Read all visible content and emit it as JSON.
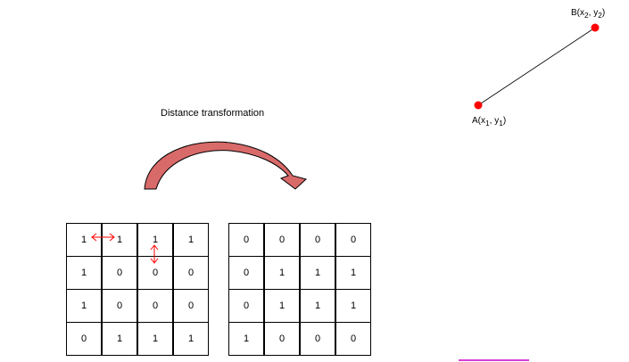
{
  "title": "Distance transformation",
  "points": {
    "a": {
      "name": "A",
      "coords_html": "A(x<sub>1</sub>, y<sub>1</sub>)"
    },
    "b": {
      "name": "B",
      "coords_html": "B(x<sub>2</sub>, y<sub>2</sub>)"
    }
  },
  "colors": {
    "point": "#ff0000",
    "arrow_fill": "#d96a6a",
    "cell_arrows": "#ff0000",
    "underline": "#cc00cc"
  },
  "input_grid": [
    [
      "1",
      "1",
      "1",
      "1"
    ],
    [
      "1",
      "0",
      "0",
      "0"
    ],
    [
      "1",
      "0",
      "0",
      "0"
    ],
    [
      "0",
      "1",
      "1",
      "1"
    ]
  ],
  "output_grid": [
    [
      "0",
      "0",
      "0",
      "0"
    ],
    [
      "0",
      "1",
      "1",
      "1"
    ],
    [
      "0",
      "1",
      "1",
      "1"
    ],
    [
      "1",
      "0",
      "0",
      "0"
    ]
  ]
}
